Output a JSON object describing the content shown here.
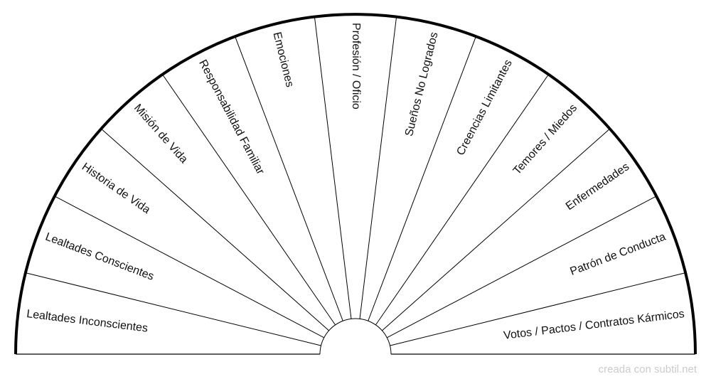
{
  "pendulum_chart": {
    "sectors": [
      "Lealtades Inconscientes",
      "Lealtades Conscientes",
      "Historia de Vida",
      "Misión de Vida",
      "Responsabilidad Familiar",
      "Emociones",
      "Profesión / Oficio",
      "Sueños No Logrados",
      "Creencias Limitantes",
      "Temores / Miedos",
      "Enfermedades",
      "Patrón de Conducta",
      "Votos / Pactos / Contratos Kármicos"
    ],
    "line_color": "#000000"
  },
  "footer": {
    "credit": "creada con subtil.net"
  }
}
